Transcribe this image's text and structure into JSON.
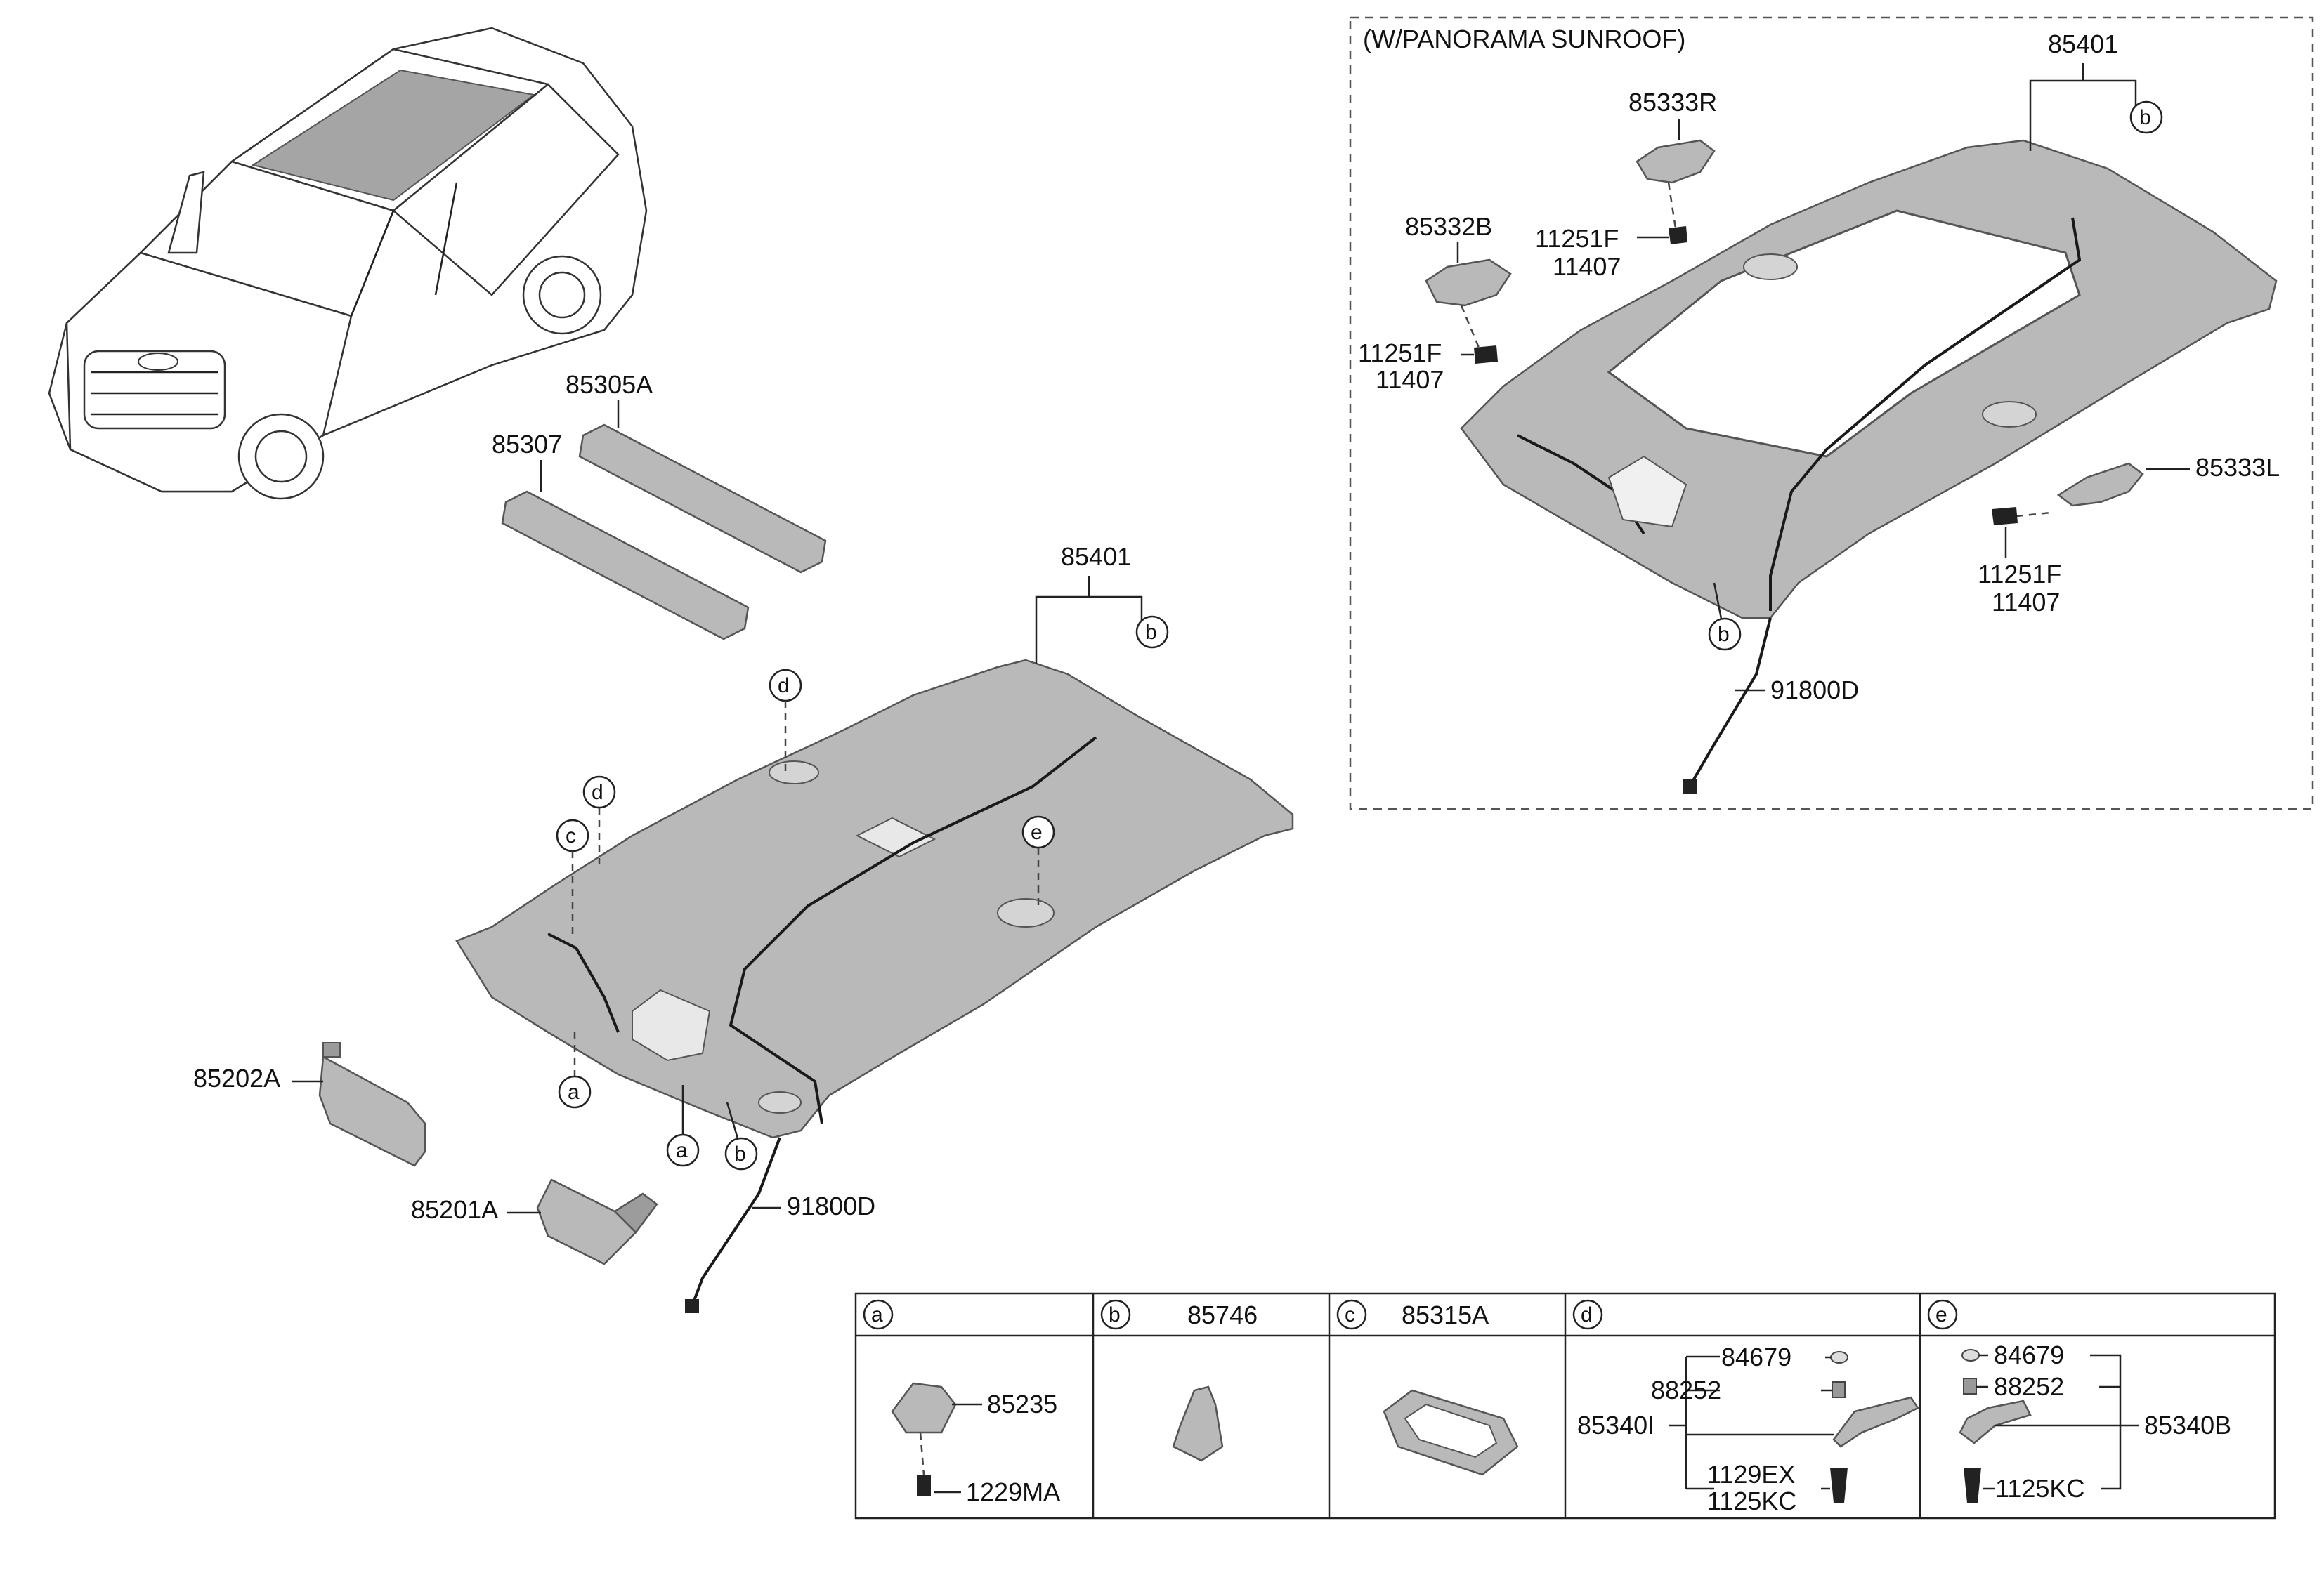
{
  "panorama_title": "(W/PANORAMA SUNROOF)",
  "parts": {
    "roof_85305A": "85305A",
    "roof_85307": "85307",
    "headlining_main": "85401",
    "headlining_pano": "85401",
    "visor_lh": "85202A",
    "visor_rh": "85201A",
    "wiring_main": "91800D",
    "wiring_pano": "91800D",
    "bracket_r": "85333R",
    "bracket_b": "85332B",
    "bracket_l": "85333L",
    "bolt1_a": "11251F",
    "bolt1_b": "11407",
    "bolt2_a": "11251F",
    "bolt2_b": "11407",
    "bolt3_a": "11251F",
    "bolt3_b": "11407"
  },
  "callouts": {
    "a": "a",
    "b": "b",
    "c": "c",
    "d": "d",
    "e": "e"
  },
  "table": {
    "a_parts": [
      "85235",
      "1229MA"
    ],
    "b_part": "85746",
    "c_part": "85315A",
    "d_parts": [
      "84679",
      "88252",
      "85340I",
      "1129EX",
      "1125KC"
    ],
    "e_parts": [
      "84679",
      "88252",
      "85340B",
      "1125KC"
    ]
  }
}
